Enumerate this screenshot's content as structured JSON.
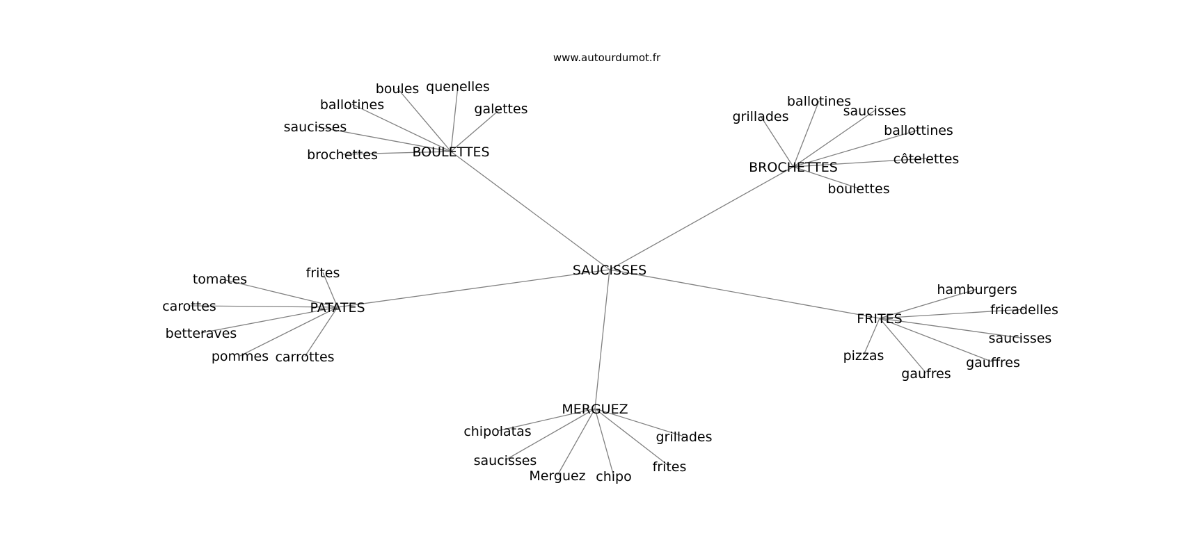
{
  "watermark": "www.autourdumot.fr",
  "graph": {
    "center": "SAUCISSES",
    "groups": [
      {
        "hub": "BOULETTES",
        "words": [
          "boules",
          "quenelles",
          "galettes",
          "ballotines",
          "saucisses",
          "brochettes"
        ]
      },
      {
        "hub": "BROCHETTES",
        "words": [
          "grillades",
          "ballotines",
          "saucisses",
          "ballottines",
          "côtelettes",
          "boulettes"
        ]
      },
      {
        "hub": "PATATES",
        "words": [
          "frites",
          "tomates",
          "carottes",
          "betteraves",
          "pommes",
          "carrottes"
        ]
      },
      {
        "hub": "FRITES",
        "words": [
          "hamburgers",
          "fricadelles",
          "saucisses",
          "gauffres",
          "gaufres",
          "pizzas"
        ]
      },
      {
        "hub": "MERGUEZ",
        "words": [
          "chipolatas",
          "saucisses",
          "Merguez",
          "chipo",
          "frites",
          "grillades"
        ]
      }
    ]
  }
}
